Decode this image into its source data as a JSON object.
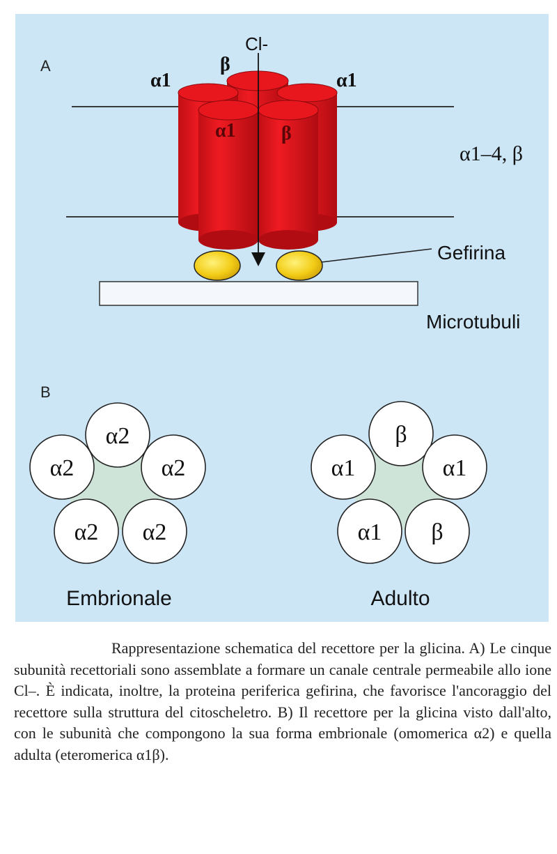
{
  "colors": {
    "background_panel": "#cde6f6",
    "cylinder_red": "#e5141b",
    "cylinder_dark_red": "#a00d12",
    "gefirina_yellow": "#f2cc16",
    "center_green": "#cfe4d9"
  },
  "panel_a": {
    "label": "A",
    "ion_label": "Cl-",
    "subunit_labels": {
      "back_left": "α1",
      "back_center": "β",
      "back_right": "α1",
      "front_left": "α1",
      "front_right": "β"
    },
    "composition": "α1–4, β",
    "gefirina_label": "Gefirina",
    "microtubuli_label": "Microtubuli"
  },
  "panel_b": {
    "label": "B",
    "embrionale": {
      "caption": "Embrionale",
      "subunits": [
        "α2",
        "α2",
        "α2",
        "α2",
        "α2"
      ]
    },
    "adulto": {
      "caption": "Adulto",
      "subunits": [
        "β",
        "α1",
        "β",
        "α1",
        "α1"
      ]
    }
  },
  "caption_text": "Rappresentazione schematica del recettore per la glicina. A) Le cinque subunità recettoriali sono assemblate a formare un canale centrale permeabile allo ione Cl–. È indicata, inoltre, la proteina periferica gefirina, che favorisce l'ancoraggio del recettore sulla struttura del citoscheletro. B) Il recettore per la glicina visto dall'alto, con le subunità che compongono la sua forma embrionale (omomerica α2) e quella adulta (eteromerica α1β)."
}
